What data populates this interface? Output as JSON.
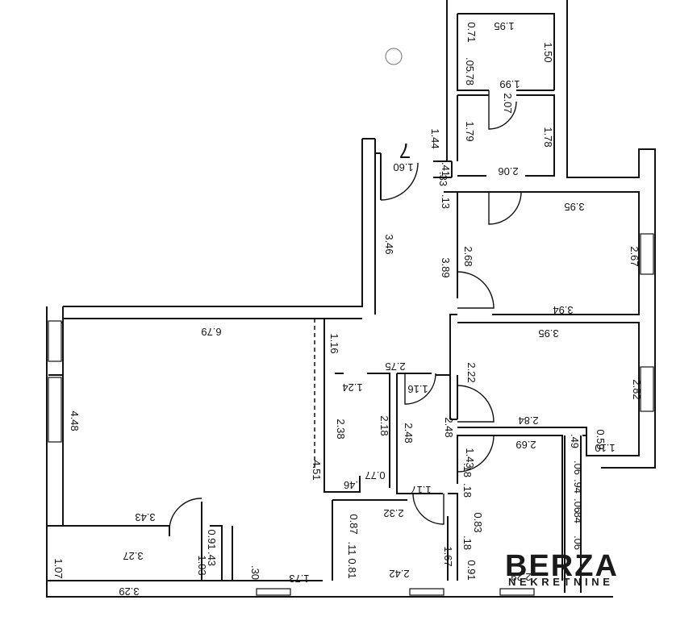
{
  "unit_number": "7",
  "logo": {
    "name": "BERZA",
    "subtitle": "NEKRETNINE"
  },
  "dimensions": [
    "1.95",
    "0.71",
    "1.50",
    ".05",
    ".78",
    "1.99",
    "2.07",
    "1.79",
    "1.78",
    "1.44",
    "1.60",
    ".41",
    ".33",
    "2.06",
    ".13",
    "3.95",
    "3.46",
    "2.68",
    "3.89",
    "2.67",
    "3.94",
    "6.79",
    "3.95",
    "1.16",
    "2.75",
    "1.24",
    "1.16",
    "2.22",
    "2.82",
    "4.48",
    "2.38",
    "2.18",
    "2.48",
    "2.84",
    "2.48",
    "0.59",
    "2.69",
    ".49",
    "1.10",
    ".18",
    ".46",
    "0.77",
    "4.51",
    ".06",
    "1.43",
    ".94",
    "1.17",
    "2.32",
    ".18",
    ".06",
    "3.43",
    "0.87",
    "0.83",
    ".84",
    "0.91",
    "1.67",
    ".43",
    "3.27",
    ".11",
    ".18",
    ".06",
    "1.07",
    "1.03",
    ".30",
    "1.73",
    "0.81",
    "2.42",
    "0.91",
    "2.29",
    "3.29"
  ]
}
